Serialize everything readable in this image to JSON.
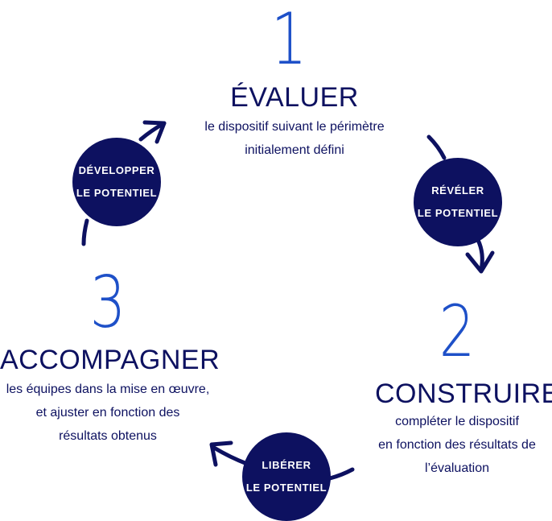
{
  "steps": [
    {
      "number": "1",
      "title": "ÉVALUER",
      "desc": [
        "le dispositif suivant le périmètre",
        "initialement défini"
      ]
    },
    {
      "number": "2",
      "title": "CONSTRUIRE",
      "desc": [
        "compléter le dispositif",
        "en fonction des résultats de",
        "l’évaluation"
      ]
    },
    {
      "number": "3",
      "title": "ACCOMPAGNER",
      "desc": [
        "les équipes dans la mise en œuvre,",
        "et ajuster en fonction des",
        "résultats obtenus"
      ]
    }
  ],
  "transitions": [
    {
      "line1": "RÉVÉLER",
      "line2": "LE POTENTIEL"
    },
    {
      "line1": "LIBÉRER",
      "line2": "LE POTENTIEL"
    },
    {
      "line1": "DÉVELOPPER",
      "line2": "LE POTENTIEL"
    }
  ],
  "colors": {
    "navy": "#0d1160",
    "accent_blue": "#1e50c8"
  }
}
